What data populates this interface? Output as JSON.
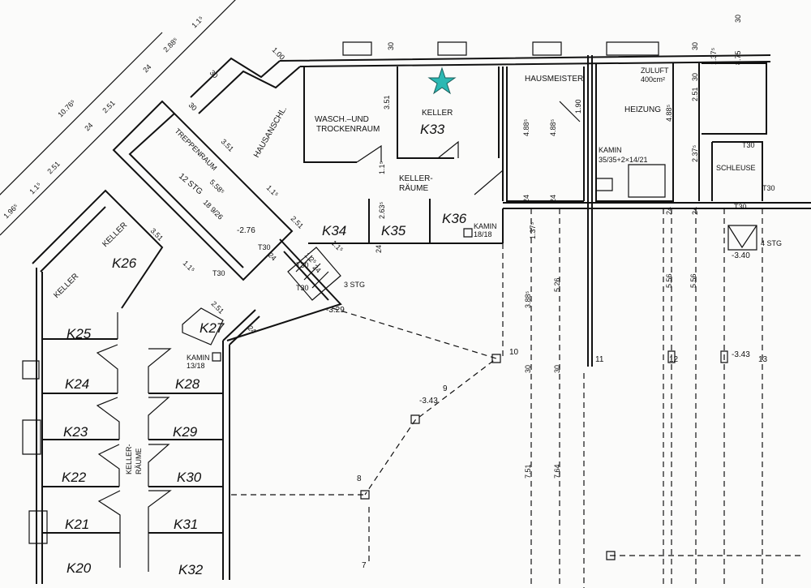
{
  "rooms": {
    "wasch": [
      "WASCH.–UND",
      "TROCKENRAUM"
    ],
    "keller_top": "KELLER",
    "k33": "K33",
    "hausmeister": "HAUSMEISTER",
    "heizung": "HEIZUNG",
    "zuluft": [
      "ZULUFT",
      "400cm²"
    ],
    "kamin_heizung": [
      "KAMIN",
      "35/35+2×14/21"
    ],
    "schleuse": "SCHLEUSE",
    "kellerraume_top": [
      "KELLER-",
      "RÄUME"
    ],
    "k34": "K34",
    "k35": "K35",
    "k36": "K36",
    "kamin_k36": [
      "KAMIN",
      "18/18"
    ],
    "hausanschl": "HAUSANSCHL.",
    "treppenraum": "TREPPENRAUM",
    "stg12": "12 STG",
    "stg3": "3 STG",
    "stg4": "4 STG",
    "keller_a": "KELLER",
    "keller_b": "KELLER",
    "k26": "K26",
    "k25": "K25",
    "k27": "K27",
    "kamin_k28": [
      "KAMIN",
      "13/18"
    ],
    "k24": "K24",
    "k28": "K28",
    "k23": "K23",
    "k29": "K29",
    "k22": "K22",
    "k30": "K30",
    "k21": "K21",
    "k31": "K31",
    "k20": "K20",
    "k32": "K32",
    "kellerraume_mid": [
      "KELLER-",
      "RÄUME"
    ]
  },
  "levels": [
    "-2.76",
    "-3.29",
    "-3.43",
    "-3.40",
    "-3.43"
  ],
  "doors": [
    "T30",
    "T30",
    "T30",
    "T30",
    "T30",
    "T30",
    "T30"
  ],
  "axes": [
    "7",
    "8",
    "9",
    "10",
    "11",
    "12",
    "13"
  ],
  "dimensions": {
    "diag": [
      "1.96⁵",
      "1.1⁵",
      "2.51",
      "24",
      "2.51",
      "24",
      "2.88⁵",
      "1.1⁵",
      "10.76⁵",
      "1.00",
      "30",
      "30",
      "3.51",
      "5.58⁵",
      "18 9/26",
      "3.51",
      "1.1⁵",
      "1.1⁵",
      "2.51",
      "24",
      "1.2⁵",
      "24",
      "2.51",
      "24",
      "1.1⁵"
    ],
    "vert": [
      "30",
      "3.51",
      "1.1⁵",
      "2.63⁵",
      "24",
      "4.88⁵",
      "4.88⁵",
      "1.90",
      "24",
      "24",
      "1.37⁵",
      "3.88⁵",
      "5.26",
      "4.88⁵",
      "30",
      "2.51",
      "2.37⁵",
      "24",
      "24",
      "5.56",
      "5.56",
      "30",
      "1.37⁵",
      "8.75",
      "30",
      "7.51",
      "7.64",
      "30",
      "30"
    ]
  },
  "marker": {
    "type": "star",
    "color": "#2bb8b3"
  }
}
